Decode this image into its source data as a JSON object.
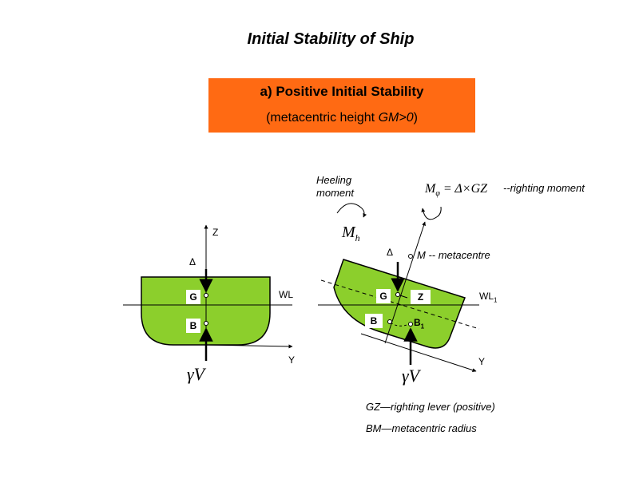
{
  "title": "Initial Stability of Ship",
  "banner": {
    "line1": "a)  Positive Initial Stability",
    "line2_prefix": "(metacentric height ",
    "line2_em": "GM>0",
    "line2_suffix": ")"
  },
  "left_diagram": {
    "axis_z": "Z",
    "axis_y": "Y",
    "displacement": "Δ",
    "waterline": "WL",
    "label_g": "G",
    "label_b": "B",
    "buoyancy": "γV"
  },
  "right_diagram": {
    "heeling_label": "Heeling\nmoment",
    "heeling_symbol": "M",
    "heeling_sub": "h",
    "moment_formula": "M",
    "moment_sub": "φ",
    "moment_rhs": " = Δ×GZ",
    "righting_moment_label": "--righting moment",
    "displacement": "Δ",
    "metacentre_label": "M -- metacentre",
    "waterline": "WL",
    "waterline_sub": "1",
    "label_g": "G",
    "label_z": "Z",
    "label_b": "B",
    "label_b1": "B",
    "label_b1_sub": "1",
    "axis_y": "Y",
    "buoyancy": "γV"
  },
  "notes": [
    "GZ—righting lever (positive)",
    "BM—metacentric radius"
  ],
  "colors": {
    "hull": "#8ccf2c",
    "banner": "#ff6a13"
  }
}
